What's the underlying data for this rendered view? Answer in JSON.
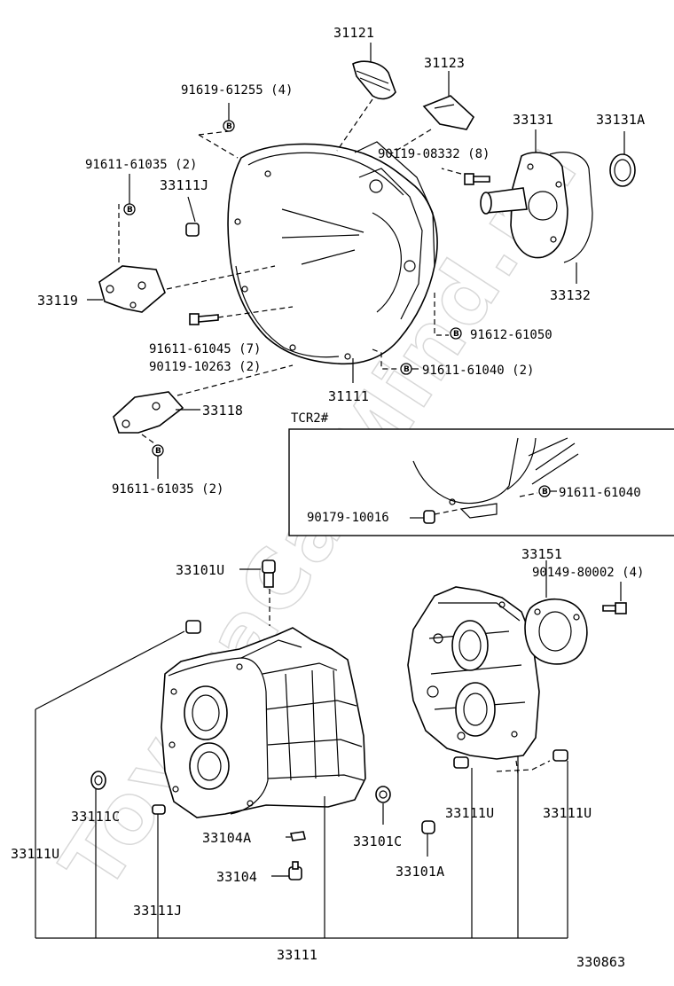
{
  "watermark": "ToyotaCarMind.ru",
  "diagram_number": "330863",
  "inset_title": "TCR2#",
  "bolt_symbol": "B",
  "labels": {
    "p31121": "31121",
    "p31123": "31123",
    "p91619_61255": "91619-61255 (4)",
    "p33131": "33131",
    "p33131A": "33131A",
    "p90119_08332": "90119-08332 (8)",
    "p91611_61035a": "91611-61035 (2)",
    "p33111J_top": "33111J",
    "p33119": "33119",
    "p33132": "33132",
    "p91611_61045": "91611-61045 (7)",
    "p90119_10263": "90119-10263 (2)",
    "p91612_61050": "91612-61050",
    "p91611_61040_2": "91611-61040 (2)",
    "p31111": "31111",
    "p33118": "33118",
    "p91611_61035b": "91611-61035 (2)",
    "p91611_61040": "91611-61040",
    "p90179_10016": "90179-10016",
    "p33101U": "33101U",
    "p33151": "33151",
    "p90149_80002": "90149-80002 (4)",
    "p33111C": "33111C",
    "p33111U_left": "33111U",
    "p33104A": "33104A",
    "p33104": "33104",
    "p33101C": "33101C",
    "p33101A": "33101A",
    "p33111U_mid": "33111U",
    "p33111U_right": "33111U",
    "p33111J_bottom": "33111J",
    "p33111": "33111"
  }
}
